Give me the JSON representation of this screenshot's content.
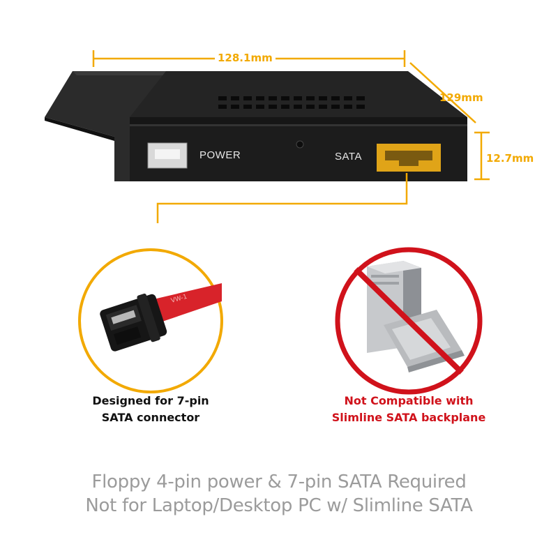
{
  "dimensions": {
    "width": "128.1mm",
    "depth": "129mm",
    "height": "12.7mm"
  },
  "ports": {
    "power_label": "POWER",
    "sata_label": "SATA"
  },
  "cable": {
    "marking": "VW-1"
  },
  "captions": {
    "compatible_line1": "Designed for 7-pin",
    "compatible_line2": "SATA connector",
    "incompatible_line1": "Not Compatible with",
    "incompatible_line2": "Slimline SATA backplane"
  },
  "footer": {
    "line1": "Floppy 4-pin power & 7-pin SATA Required",
    "line2": "Not for Laptop/Desktop PC w/ Slimline SATA"
  },
  "colors": {
    "accent": "#f2a900",
    "warning_red": "#d0121b",
    "enclosure": "#1c1c1c",
    "footer_text": "#9b9b9b"
  }
}
